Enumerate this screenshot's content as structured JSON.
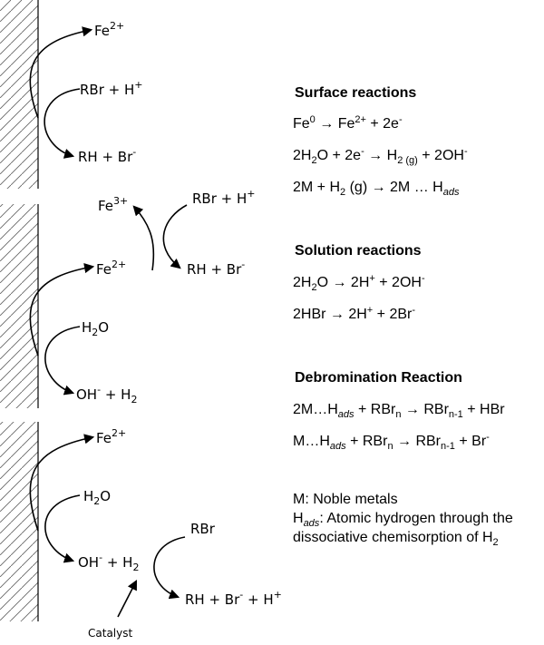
{
  "left": {
    "panel1": {
      "fe": "Fe",
      "fe_charge": "2+",
      "rbr": "RBr + H",
      "rbr_sup": "+",
      "rh": "RH + Br",
      "rh_sup": "-"
    },
    "panel2": {
      "fe3": "Fe",
      "fe3_charge": "3+",
      "rbr": "RBr + H",
      "rbr_sup": "+",
      "fe2": "Fe",
      "fe2_charge": "2+",
      "rh": "RH + Br",
      "rh_sup": "-",
      "h2o_a": "H",
      "h2o_sub": "2",
      "h2o_b": "O",
      "oh": "OH",
      "oh_sup": "-",
      "oh_rest": " + H",
      "oh_sub": "2"
    },
    "panel3": {
      "fe": "Fe",
      "fe_charge": "2+",
      "h2o_a": "H",
      "h2o_sub": "2",
      "h2o_b": "O",
      "oh": "OH",
      "oh_sup": "-",
      "oh_rest": " + H",
      "oh_sub": "2",
      "rbr": "RBr",
      "rh": "RH + Br",
      "rh_sup": "-",
      "rh_mid": " + H",
      "rh_sup2": "+",
      "catalyst": "Catalyst"
    }
  },
  "right": {
    "surface": {
      "heading": "Surface reactions",
      "r1": {
        "a": "Fe",
        "a_sup": "0",
        "b": " → Fe",
        "b_sup": "2+",
        "c": " + 2e",
        "c_sup": "-"
      },
      "r2": {
        "a": "2H",
        "a_sub": "2",
        "b": "O + 2e",
        "b_sup": "-",
        "c": " → H",
        "c_sub": "2 (g)",
        "d": " + 2OH",
        "d_sup": "-"
      },
      "r3": {
        "a": "2M + H",
        "a_sub": "2",
        "b": " (g) → 2M … H",
        "b_sub": "ads"
      }
    },
    "solution": {
      "heading": "Solution reactions",
      "r1": {
        "a": "2H",
        "a_sub": "2",
        "b": "O → 2H",
        "b_sup": "+",
        "c": " + 2OH",
        "c_sup": "-"
      },
      "r2": {
        "a": "2HBr → 2H",
        "a_sup": "+",
        "b": " + 2Br",
        "b_sup": "-"
      }
    },
    "debromination": {
      "heading": "Debromination Reaction",
      "r1": {
        "a": "2M…H",
        "a_sub": "ads",
        "b": " + RBr",
        "b_sub": "n",
        "c": " → RBr",
        "c_sub": "n-1",
        "d": " + HBr"
      },
      "r2": {
        "a": "M…H",
        "a_sub": "ads",
        "b": " + RBr",
        "b_sub": "n",
        "c": " → RBr",
        "c_sub": "n-1",
        "d": " + Br",
        "d_sup": "-"
      }
    },
    "notes": {
      "m": "M: Noble metals",
      "h_a": "H",
      "h_sub": "ads",
      "h_b": ": Atomic hydrogen through the",
      "h_line2a": "dissociative chemisorption of H",
      "h_line2_sub": "2"
    }
  }
}
